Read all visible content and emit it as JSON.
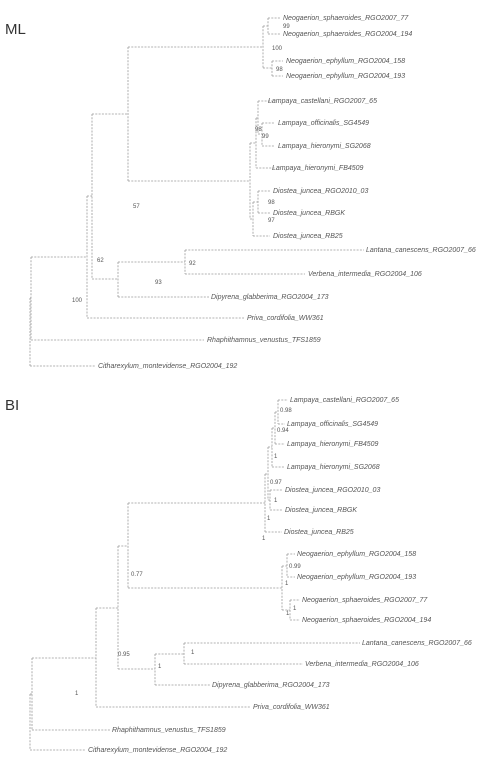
{
  "ml": {
    "label": "ML",
    "taxa": [
      "Neogaerion_sphaeroides_RGO2007_77",
      "Neogaerion_sphaeroides_RGO2004_194",
      "Neogaerion_ephyllum_RGO2004_158",
      "Neogaerion_ephyllum_RGO2004_193",
      "Lampaya_castellani_RGO2007_65",
      "Lampaya_officinalis_SG4549",
      "Lampaya_hieronymi_SG2068",
      "Lampaya_hieronymi_FB4509",
      "Diostea_juncea_RGO2010_03",
      "Diostea_juncea_RBGK",
      "Diostea_juncea_RB25",
      "Lantana_canescens_RGO2007_66",
      "Verbena_intermedia_RGO2004_106",
      "Dipyrena_glabberima_RGO2004_173",
      "Priva_cordifolia_WW361",
      "Rhaphithamnus_venustus_TFS1859",
      "Citharexylum_montevidense_RGO2004_192"
    ],
    "support": [
      "99",
      "100",
      "98",
      "98",
      "99",
      "98",
      "97",
      "57",
      "62",
      "93",
      "92",
      "100"
    ]
  },
  "bi": {
    "label": "BI",
    "taxa": [
      "Lampaya_castellani_RGO2007_65",
      "Lampaya_officinalis_SG4549",
      "Lampaya_hieronymi_FB4509",
      "Lampaya_hieronymi_SG2068",
      "Diostea_juncea_RGO2010_03",
      "Diostea_juncea_RBGK",
      "Diostea_juncea_RB25",
      "Neogaerion_ephyllum_RGO2004_158",
      "Neogaerion_ephyllum_RGO2004_193",
      "Neogaerion_sphaeroides_RGO2007_77",
      "Neogaerion_sphaeroides_RGO2004_194",
      "Lantana_canescens_RGO2007_66",
      "Verbena_intermedia_RGO2004_106",
      "Dipyrena_glabberima_RGO2004_173",
      "Priva_cordifolia_WW361",
      "Rhaphithamnus_venustus_TFS1859",
      "Citharexylum_montevidense_RGO2004_192"
    ],
    "support": [
      "0.98",
      "0.94",
      "1",
      "0.97",
      "1",
      "1",
      "1",
      "0.99",
      "1",
      "1",
      "1",
      "0.77",
      "1",
      "1",
      "0.95",
      "1"
    ]
  }
}
